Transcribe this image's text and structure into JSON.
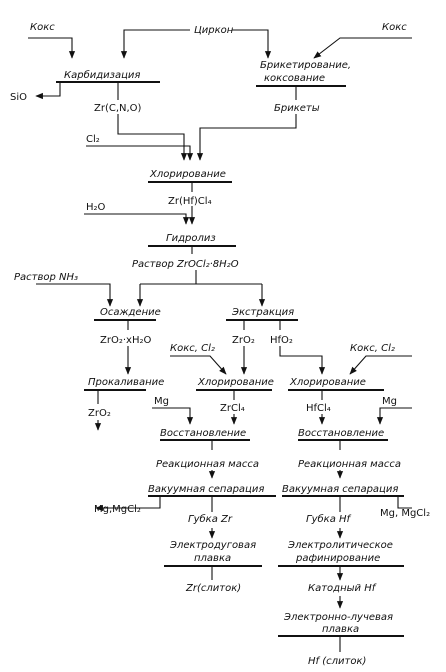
{
  "diagram": {
    "coke_left": "Кокс",
    "zircon": "Циркон",
    "coke_right": "Кокс",
    "carbidization": "Карбидизация",
    "briquetting": "Брикетирование,",
    "coking": "коксование",
    "sio": "SiO",
    "zr_cno": "Zr(C,N,O)",
    "briquettes": "Брикеты",
    "cl2_top": "Cl₂",
    "chlorination_main": "Хлорирование",
    "h2o": "H₂O",
    "zr_hf_cl4": "Zr(Hf)Cl₄",
    "hydrolysis": "Гидролиз",
    "solution_zrocl2": "Раствор ZrOCl₂·8H₂O",
    "nh3_solution": "Раствор NH₃",
    "precipitation": "Осаждение",
    "extraction": "Экстракция",
    "zro2_xh2o": "ZrO₂·xH₂O",
    "zro2": "ZrO₂",
    "hfo2": "HfO₂",
    "coke_cl2_mid": "Кокс, Cl₂",
    "coke_cl2_right": "Кокс, Cl₂",
    "calcination": "Прокаливание",
    "chlorination_zr": "Хлорирование",
    "chlorination_hf": "Хлорирование",
    "zro2_product": "ZrO₂",
    "mg_zr": "Mg",
    "mg_hf": "Mg",
    "zrcl4": "ZrCl₄",
    "hfcl4": "HfCl₄",
    "reduction_zr": "Восстановление",
    "reduction_hf": "Восстановление",
    "reaction_mass_zr": "Реакционная масса",
    "reaction_mass_hf": "Реакционная масса",
    "vacuum_sep_zr": "Вакуумная сепарация",
    "vacuum_sep_hf": "Вакуумная сепарация",
    "mg_mgcl2_left": "Mg,MgCl₂",
    "mg_mgcl2_right": "Mg, MgCl₂",
    "sponge_zr": "Губка Zr",
    "sponge_hf": "Губка Hf",
    "arc_melting_1": "Электродуговая",
    "arc_melting_2": "плавка",
    "zr_ingot": "Zr(слиток)",
    "electrolytic_1": "Электролитическое",
    "electrolytic_2": "рафинирование",
    "cathode_hf": "Катодный Hf",
    "ebeam_1": "Электронно-лучевая",
    "ebeam_2": "плавка",
    "hf_ingot": "Hf (слиток)"
  }
}
